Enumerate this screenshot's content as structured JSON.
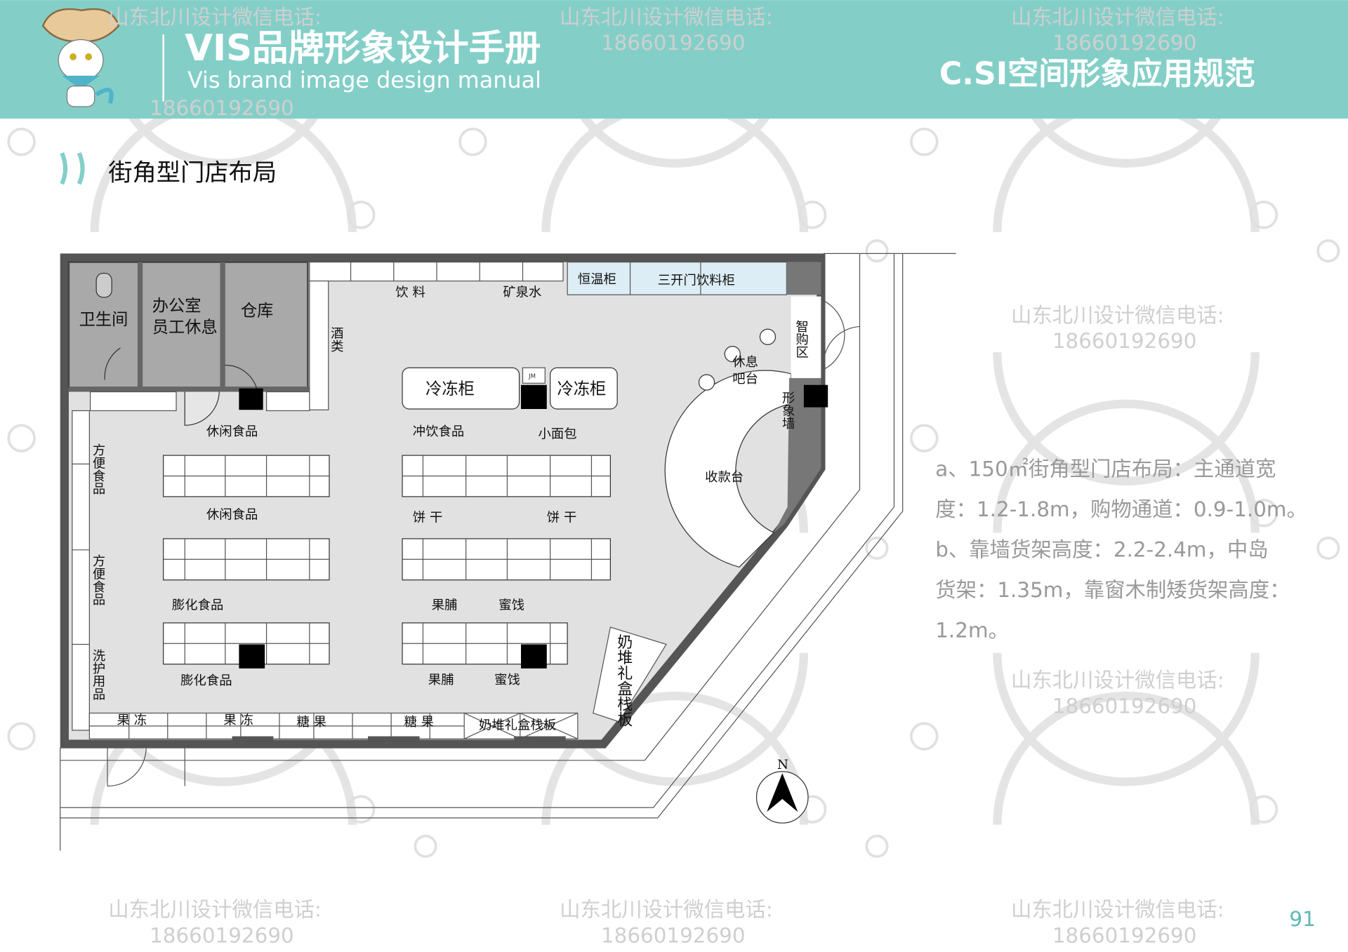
{
  "header": {
    "title": "VIS品牌形象设计手册",
    "subtitle": "Vis brand image design manual",
    "section": "C.SI空间形象应用规范",
    "bg_color": "#83cfc8"
  },
  "page_title": "街角型门店布局",
  "description": [
    "a、150㎡街角型门店布局：主通道宽",
    "度：1.2-1.8m，购物通道：0.9-1.0m。",
    "b、靠墙货架高度：2.2-2.4m，中岛",
    "货架：1.35m，靠窗木制矮货架高度：",
    "1.2m。"
  ],
  "plan": {
    "labels": [
      "卫生间",
      "办公室",
      "员工休息",
      "仓库",
      "饮 料",
      "矿泉水",
      "恒温柜",
      "三开门饮料柜",
      "酒类",
      "智购区",
      "休息",
      "吧台",
      "冷冻柜",
      "冷冻柜",
      "JM",
      "形象墙",
      "收款台",
      "休闲食品",
      "冲饮食品",
      "小面包",
      "方便食品",
      "休闲食品",
      "饼 干",
      "饼 干",
      "方便食品",
      "膨化食品",
      "果脯",
      "蜜饯",
      "洗护用品",
      "膨化食品",
      "果脯",
      "蜜饯",
      "奶堆礼盒栈板",
      "果 冻",
      "果 冻",
      "糖 果",
      "糖 果",
      "奶堆礼盒栈板",
      "N"
    ]
  },
  "watermark": {
    "line1": "山东北川设计微信电话:",
    "line2": "18660192690"
  },
  "page_number": "91"
}
